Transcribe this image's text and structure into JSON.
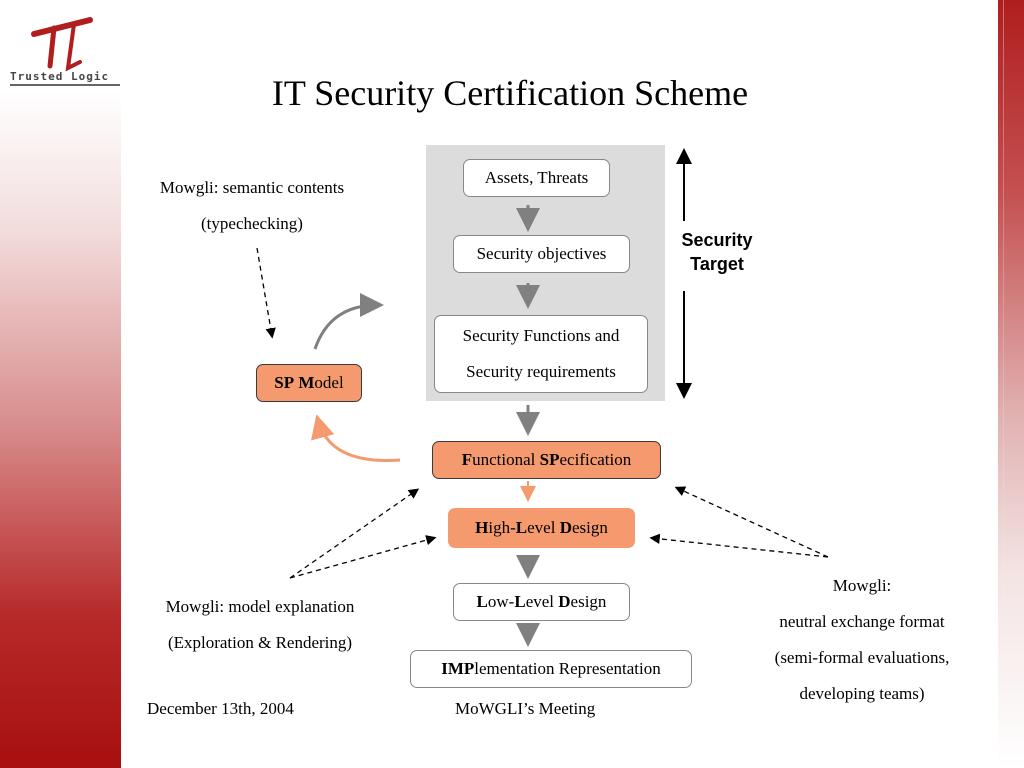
{
  "logo": {
    "text": "Trusted Logic",
    "accent": "#b01e1e"
  },
  "title": "IT Security Certification Scheme",
  "security_target": {
    "label_line1": "Security",
    "label_line2": "Target",
    "panel_color": "#dcdcdc"
  },
  "boxes": {
    "assets": "Assets, Threats",
    "objectives": "Security objectives",
    "functions_line1": "Security Functions and",
    "functions_line2": "Security requirements",
    "sp_model": {
      "b1": "SP",
      "b2": "M",
      "rest": "odel"
    },
    "functional_spec": {
      "b1": "F",
      "t1": "unctional ",
      "b2": "SP",
      "t2": "ecification"
    },
    "high_level": {
      "b1": "H",
      "t1": "igh-",
      "b2": "L",
      "t2": "evel ",
      "b3": "D",
      "t3": "esign"
    },
    "low_level": {
      "b1": "L",
      "t1": "ow-",
      "b2": "L",
      "t2": "evel ",
      "b3": "D",
      "t3": "esign"
    },
    "implementation": {
      "b1": "IMP",
      "t1": "lementation Representation"
    }
  },
  "notes": {
    "semantic_line1": "Mowgli: semantic contents",
    "semantic_line2": "(typechecking)",
    "model_line1": "Mowgli: model explanation",
    "model_line2": "(Exploration & Rendering)",
    "neutral_line1": "Mowgli:",
    "neutral_line2": "neutral exchange format",
    "neutral_line3": "(semi-formal evaluations,",
    "neutral_line4": "developing teams)"
  },
  "footer": {
    "date": "December 13th, 2004",
    "meeting": "MoWGLI’s Meeting"
  },
  "colors": {
    "orange_fill": "#f59a6e",
    "arrow_gray": "#808080",
    "arrow_orange": "#f59a6e"
  }
}
